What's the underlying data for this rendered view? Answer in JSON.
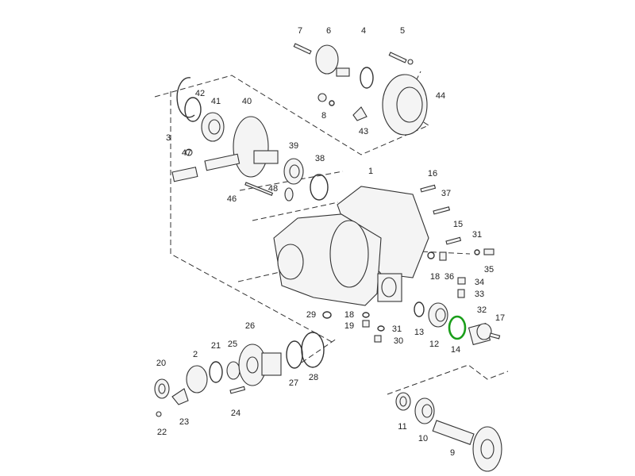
{
  "diagram": {
    "type": "exploded-parts-diagram",
    "highlight_color": "#1a9e1a",
    "highlighted_part": "14"
  },
  "labels": [
    "7",
    "6",
    "4",
    "5",
    "42",
    "41",
    "40",
    "44",
    "8",
    "43",
    "3",
    "47",
    "39",
    "38",
    "1",
    "16",
    "37",
    "48",
    "46",
    "15",
    "31",
    "35",
    "18",
    "36",
    "34",
    "33",
    "29",
    "18",
    "19",
    "31",
    "30",
    "13",
    "12",
    "14",
    "32",
    "17",
    "26",
    "21",
    "25",
    "2",
    "20",
    "27",
    "28",
    "24",
    "23",
    "22",
    "11",
    "10",
    "9"
  ]
}
